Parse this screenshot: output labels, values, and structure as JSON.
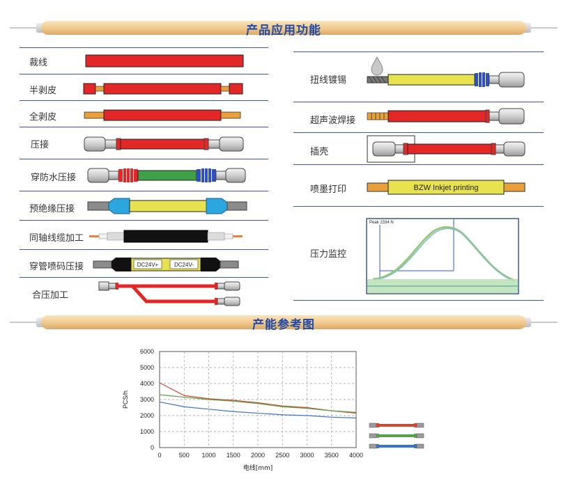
{
  "header": {
    "title": "产品应用功能"
  },
  "left_items": [
    {
      "label": "裁线"
    },
    {
      "label": "半剥皮"
    },
    {
      "label": "全剥皮"
    },
    {
      "label": "压接"
    },
    {
      "label": "穿防水压接"
    },
    {
      "label": "预绝缘压接"
    },
    {
      "label": "同轴线缆加工"
    },
    {
      "label": "穿管喷码压接"
    },
    {
      "label": "合压加工"
    }
  ],
  "right_items": [
    {
      "label": "扭线镀锡"
    },
    {
      "label": "超声波焊接"
    },
    {
      "label": "插壳"
    },
    {
      "label": "喷墨打印"
    },
    {
      "label": "压力监控"
    }
  ],
  "graphics": {
    "tube_texts": [
      "DC24V+",
      "DC24V-"
    ],
    "inkjet_text": "BZW Inkjet printing",
    "monitor_text": "Peak 2334 N"
  },
  "section2": {
    "title": "产能参考图"
  },
  "chart_data": {
    "type": "line",
    "xlabel": "电线[mm]",
    "ylabel": "PCS/h",
    "x": [
      0,
      500,
      1000,
      1500,
      2000,
      2500,
      3000,
      3500,
      4000
    ],
    "xlim": [
      0,
      4000
    ],
    "ylim": [
      0,
      6000
    ],
    "yticks": [
      0,
      1000,
      2000,
      3000,
      4000,
      5000,
      6000
    ],
    "grid": true,
    "series": [
      {
        "values": [
          4050,
          3250,
          3050,
          2950,
          2800,
          2600,
          2500,
          2300,
          2150
        ],
        "color": "#d8452f"
      },
      {
        "values": [
          3300,
          3150,
          3000,
          2900,
          2750,
          2550,
          2450,
          2300,
          2200
        ],
        "color": "#58a04a"
      },
      {
        "values": [
          2850,
          2550,
          2400,
          2250,
          2150,
          2050,
          2000,
          1900,
          1850
        ],
        "color": "#3a73c8"
      }
    ],
    "legend": "right"
  },
  "colors": {
    "accent": "#1f4aa8",
    "red": "#e32626",
    "yellow": "#e8e250",
    "green": "#3fa047",
    "blue": "#2f4fc0",
    "cyan": "#2ba6df"
  }
}
